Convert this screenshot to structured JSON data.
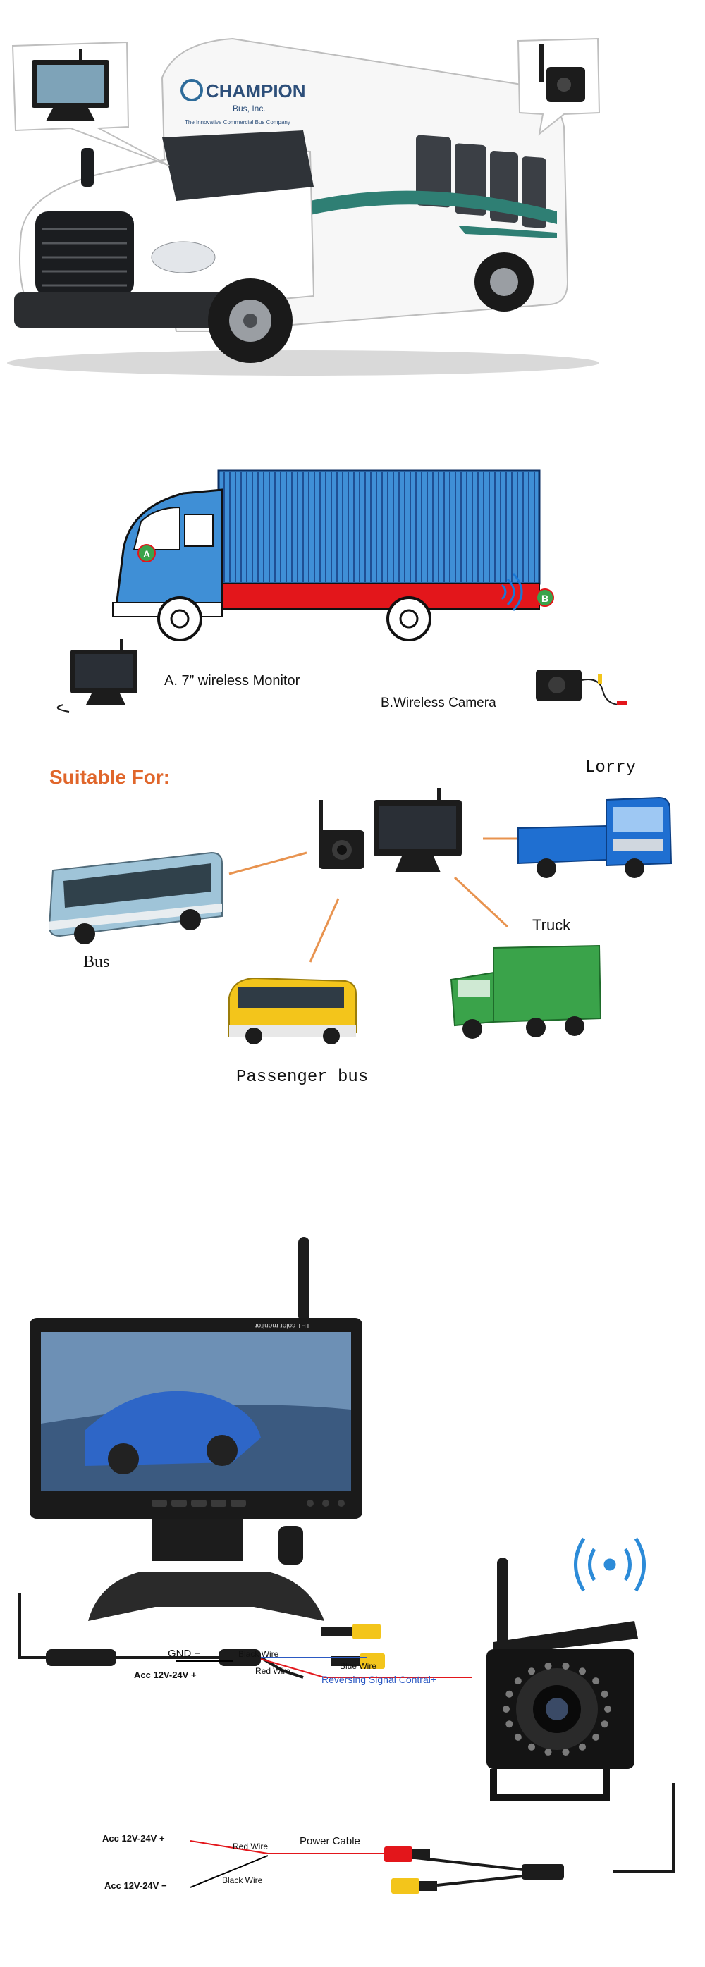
{
  "bus_photo": {
    "brand": "CHAMPION",
    "brand_sub": "Bus, Inc.",
    "brand_tag": "The Innovative Commercial Bus Company"
  },
  "diagram": {
    "marker_a": "A",
    "marker_b": "B",
    "label_monitor": "A. 7” wireless Monitor",
    "label_camera": "B.Wireless  Camera"
  },
  "suitable": {
    "heading": "Suitable For:",
    "bus": "Bus",
    "lorry": "Lorry",
    "truck": "Truck",
    "passenger_bus": "Passenger bus"
  },
  "product": {
    "monitor_brand": "TFT color monitor",
    "wires": {
      "gnd": "GND −",
      "acc_top": "Acc 12V-24V +",
      "black_wire_top": "Black Wire",
      "red_wire_top": "Red Wire",
      "blue_wire": "Blue Wire",
      "reversing": "Reversing Signal Contral+",
      "acc_bottom_plus": "Acc 12V-24V  +",
      "red_wire_bottom": "Red Wire",
      "power_cable": "Power Cable",
      "acc_bottom_minus": "Acc 12V-24V  −",
      "black_wire_bottom": "Black Wire"
    }
  },
  "colors": {
    "container_blue": "#3f8fd6",
    "truck_red": "#e3161b",
    "suitable_orange": "#e0662b",
    "connector_line": "#e8934f",
    "lorry_blue": "#1f6fd1",
    "truck_green": "#3aa34a",
    "passenger_yellow": "#f3c51b"
  }
}
